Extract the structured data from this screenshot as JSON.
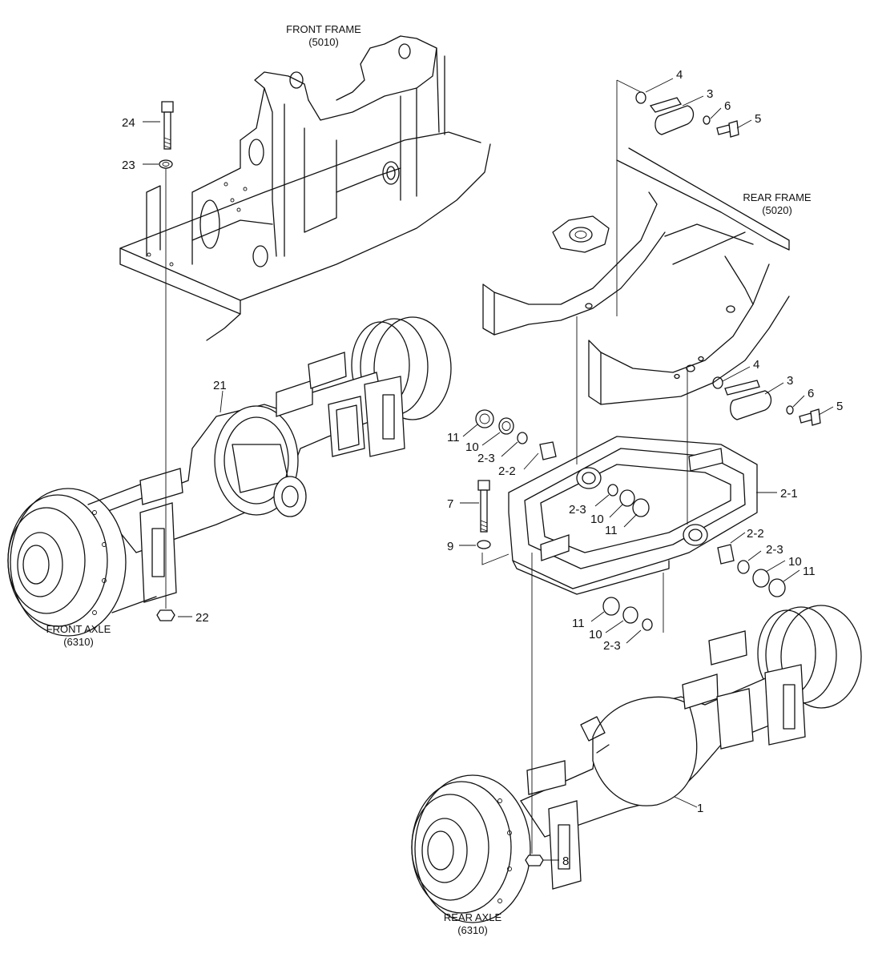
{
  "captions": {
    "front_frame": {
      "name": "FRONT FRAME",
      "code": "(5010)"
    },
    "rear_frame": {
      "name": "REAR FRAME",
      "code": "(5020)"
    },
    "front_axle": {
      "name": "FRONT AXLE",
      "code": "(6310)"
    },
    "rear_axle": {
      "name": "REAR AXLE",
      "code": "(6310)"
    }
  },
  "callouts": {
    "c24": "24",
    "c23": "23",
    "c22": "22",
    "c21": "21",
    "c4a": "4",
    "c3a": "3",
    "c6a": "6",
    "c5a": "5",
    "c4b": "4",
    "c3b": "3",
    "c6b": "6",
    "c5b": "5",
    "c11a": "11",
    "c10a": "10",
    "c23a": "2-3",
    "c22a": "2-2",
    "c7": "7",
    "c9": "9",
    "c23b": "2-3",
    "c10b": "10",
    "c11b": "11",
    "c21b": "2-1",
    "c22b": "2-2",
    "c23c": "2-3",
    "c10c": "10",
    "c11c": "11",
    "c11d": "11",
    "c10d": "10",
    "c23d": "2-3",
    "c1": "1",
    "c8": "8"
  }
}
